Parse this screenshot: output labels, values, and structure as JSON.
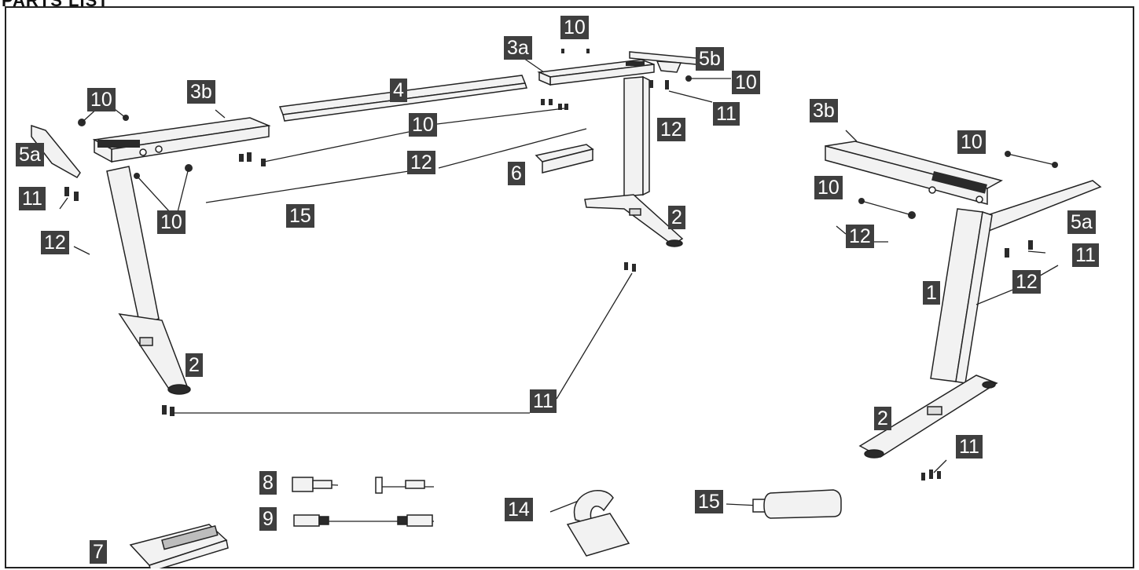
{
  "title": "PARTS LIST",
  "labels": [
    {
      "id": "l10-top",
      "text": "10"
    },
    {
      "id": "l3a",
      "text": "3a"
    },
    {
      "id": "l5b",
      "text": "5b"
    },
    {
      "id": "l10-5b",
      "text": "10"
    },
    {
      "id": "l11-top",
      "text": "11"
    },
    {
      "id": "l12-top",
      "text": "12"
    },
    {
      "id": "l10-left",
      "text": "10"
    },
    {
      "id": "l3b-left",
      "text": "3b"
    },
    {
      "id": "l4",
      "text": "4"
    },
    {
      "id": "l10-mid",
      "text": "10"
    },
    {
      "id": "l12-mid",
      "text": "12"
    },
    {
      "id": "l6",
      "text": "6"
    },
    {
      "id": "l5a-left",
      "text": "5a"
    },
    {
      "id": "l11-left",
      "text": "11"
    },
    {
      "id": "l12-left",
      "text": "12"
    },
    {
      "id": "l10-legleft",
      "text": "10"
    },
    {
      "id": "l15-mid",
      "text": "15"
    },
    {
      "id": "l2-mid",
      "text": "2"
    },
    {
      "id": "l2-left",
      "text": "2"
    },
    {
      "id": "l11-bottom",
      "text": "11"
    },
    {
      "id": "l3b-right",
      "text": "3b"
    },
    {
      "id": "l10-right-a",
      "text": "10"
    },
    {
      "id": "l10-right-b",
      "text": "10"
    },
    {
      "id": "l12-right-a",
      "text": "12"
    },
    {
      "id": "l5a-right",
      "text": "5a"
    },
    {
      "id": "l11-right",
      "text": "11"
    },
    {
      "id": "l1",
      "text": "1"
    },
    {
      "id": "l12-right-b",
      "text": "12"
    },
    {
      "id": "l2-right",
      "text": "2"
    },
    {
      "id": "l11-right-bottom",
      "text": "11"
    },
    {
      "id": "l8",
      "text": "8"
    },
    {
      "id": "l9",
      "text": "9"
    },
    {
      "id": "l14",
      "text": "14"
    },
    {
      "id": "l15-bottom",
      "text": "15"
    },
    {
      "id": "l7",
      "text": "7"
    }
  ],
  "colors": {
    "label_bg": "#3f3f3f",
    "label_text": "#ffffff",
    "line": "#222222",
    "part_fill": "#f2f2f2",
    "part_dark": "#2a2a2a"
  }
}
